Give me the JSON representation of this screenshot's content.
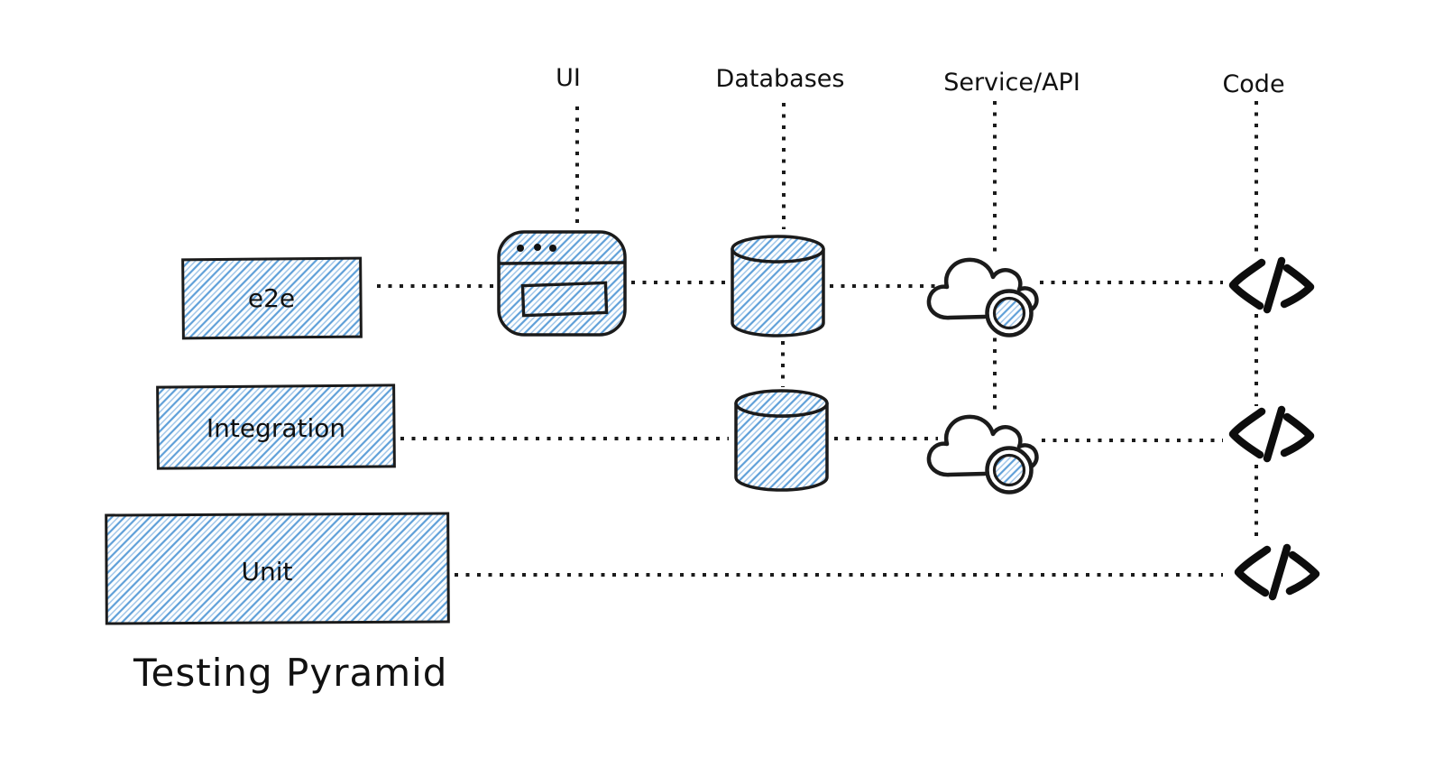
{
  "title": "Testing Pyramid",
  "columns": [
    {
      "label": "UI"
    },
    {
      "label": "Databases"
    },
    {
      "label": "Service/API"
    },
    {
      "label": "Code"
    }
  ],
  "levels": [
    {
      "label": "e2e",
      "connects": [
        "UI",
        "Databases",
        "Service/API",
        "Code"
      ]
    },
    {
      "label": "Integration",
      "connects": [
        "Databases",
        "Service/API",
        "Code"
      ]
    },
    {
      "label": "Unit",
      "connects": [
        "Code"
      ]
    }
  ],
  "icons": {
    "ui": "browser-window-icon",
    "databases": "database-cylinder-icon",
    "service_api": "cloud-api-icon",
    "code": "code-brackets-icon"
  },
  "colors": {
    "ink": "#1b1b1b",
    "hatch_primary": "#5e9fd8",
    "hatch_secondary": "#9cc3e8",
    "background": "#ffffff"
  }
}
